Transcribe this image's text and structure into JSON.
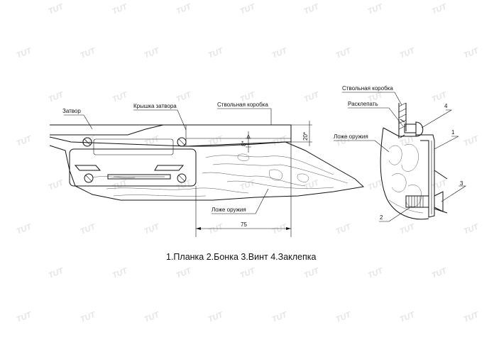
{
  "watermark": {
    "text": "TUT"
  },
  "left_view": {
    "labels": {
      "bolt": "Затвор",
      "bolt_cover": "Крышка затвора",
      "receiver": "Ствольная коробка",
      "stock": "Ложе оружия"
    },
    "dimensions": {
      "depth": "8*",
      "height": "20*",
      "length": "75"
    }
  },
  "right_view": {
    "labels": {
      "receiver": "Ствольная коробка",
      "rivet_label": "Расклепать",
      "stock": "Ложе оружия"
    },
    "callouts": [
      "1",
      "2",
      "3",
      "4"
    ]
  },
  "caption": "1.Планка  2.Бонка  3.Винт  4.Заклепка"
}
